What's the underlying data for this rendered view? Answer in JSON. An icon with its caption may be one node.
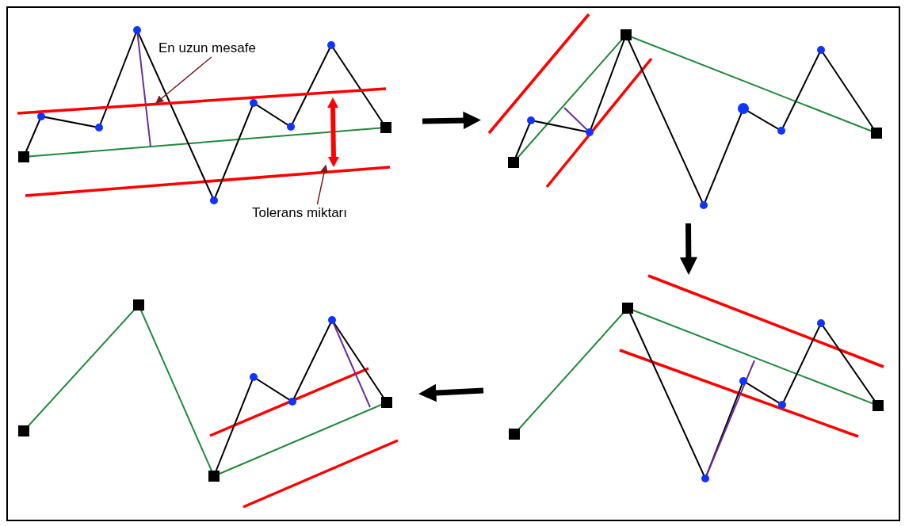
{
  "diagram": {
    "nodes": [
      {
        "text": [],
        "shape": "picture"
      },
      {
        "text": [],
        "shape": "picture"
      },
      {
        "text": [],
        "shape": "picture"
      },
      {
        "text": [],
        "shape": "picture"
      },
      {
        "text": [
          "En uzun mesafe"
        ],
        "in": 0
      },
      {
        "text": [
          "Tolerans miktarı"
        ]
      },
      {
        "text": [],
        "shape": "line",
        "in": 0
      },
      {
        "text": [],
        "shape": "arrow",
        "in": 0
      }
    ],
    "edges": [
      {
        "from": 0,
        "to": 1,
        "arrow": "to"
      },
      {
        "from": 1,
        "to": 2,
        "arrow": "to"
      },
      {
        "from": 2,
        "to": 3,
        "arrow": "to"
      },
      {
        "from": 4,
        "to": 6,
        "arrow": "to",
        "color": "#7b1c1c"
      },
      {
        "from": 5,
        "to": 7,
        "arrow": "to",
        "color": "#7b1c1c"
      }
    ]
  }
}
